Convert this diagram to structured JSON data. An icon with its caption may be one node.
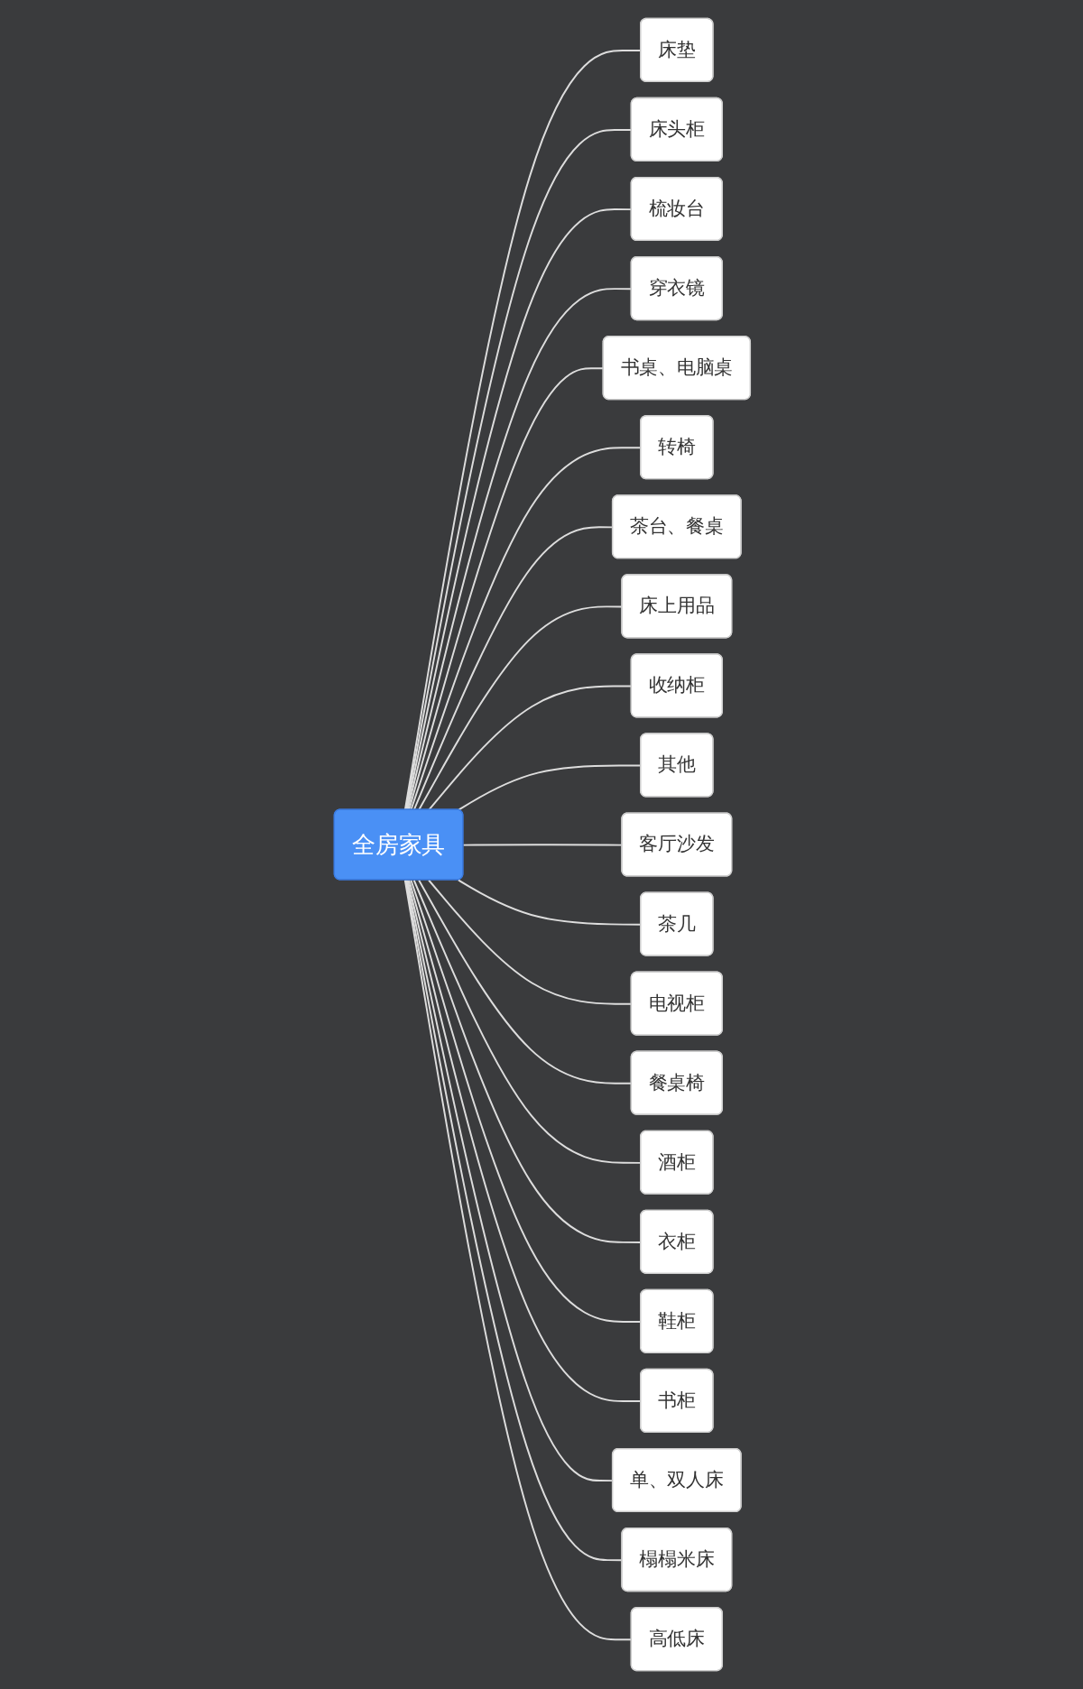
{
  "diagram": {
    "nodes": [
      {
        "text": [
          "全房家具"
        ]
      },
      {
        "text": [
          "床垫"
        ]
      },
      {
        "text": [
          "床头柜"
        ]
      },
      {
        "text": [
          "梳妆台"
        ]
      },
      {
        "text": [
          "穿衣镜"
        ]
      },
      {
        "text": [
          "书桌、电脑桌"
        ]
      },
      {
        "text": [
          "转椅"
        ]
      },
      {
        "text": [
          "茶台、餐桌"
        ]
      },
      {
        "text": [
          "床上用品"
        ]
      },
      {
        "text": [
          "收纳柜"
        ]
      },
      {
        "text": [
          "其他"
        ]
      },
      {
        "text": [
          "客厅沙发"
        ]
      },
      {
        "text": [
          "茶几"
        ]
      },
      {
        "text": [
          "电视柜"
        ]
      },
      {
        "text": [
          "餐桌椅"
        ]
      },
      {
        "text": [
          "酒柜"
        ]
      },
      {
        "text": [
          "衣柜"
        ]
      },
      {
        "text": [
          "鞋柜"
        ]
      },
      {
        "text": [
          "书柜"
        ]
      },
      {
        "text": [
          "单、双人床"
        ]
      },
      {
        "text": [
          "榻榻米床"
        ]
      },
      {
        "text": [
          "高低床"
        ]
      }
    ],
    "edges": [
      {
        "from": 0,
        "to": 1,
        "arrow": "none"
      },
      {
        "from": 0,
        "to": 2,
        "arrow": "none"
      },
      {
        "from": 0,
        "to": 3,
        "arrow": "none"
      },
      {
        "from": 0,
        "to": 4,
        "arrow": "none"
      },
      {
        "from": 0,
        "to": 5,
        "arrow": "none"
      },
      {
        "from": 0,
        "to": 6,
        "arrow": "none"
      },
      {
        "from": 0,
        "to": 7,
        "arrow": "none"
      },
      {
        "from": 0,
        "to": 8,
        "arrow": "none"
      },
      {
        "from": 0,
        "to": 9,
        "arrow": "none"
      },
      {
        "from": 0,
        "to": 10,
        "arrow": "none"
      },
      {
        "from": 0,
        "to": 11,
        "arrow": "none"
      },
      {
        "from": 0,
        "to": 12,
        "arrow": "none"
      },
      {
        "from": 0,
        "to": 13,
        "arrow": "none"
      },
      {
        "from": 0,
        "to": 14,
        "arrow": "none"
      },
      {
        "from": 0,
        "to": 15,
        "arrow": "none"
      },
      {
        "from": 0,
        "to": 16,
        "arrow": "none"
      },
      {
        "from": 0,
        "to": 17,
        "arrow": "none"
      },
      {
        "from": 0,
        "to": 18,
        "arrow": "none"
      },
      {
        "from": 0,
        "to": 19,
        "arrow": "none"
      },
      {
        "from": 0,
        "to": 20,
        "arrow": "none"
      },
      {
        "from": 0,
        "to": 21,
        "arrow": "none"
      }
    ]
  }
}
